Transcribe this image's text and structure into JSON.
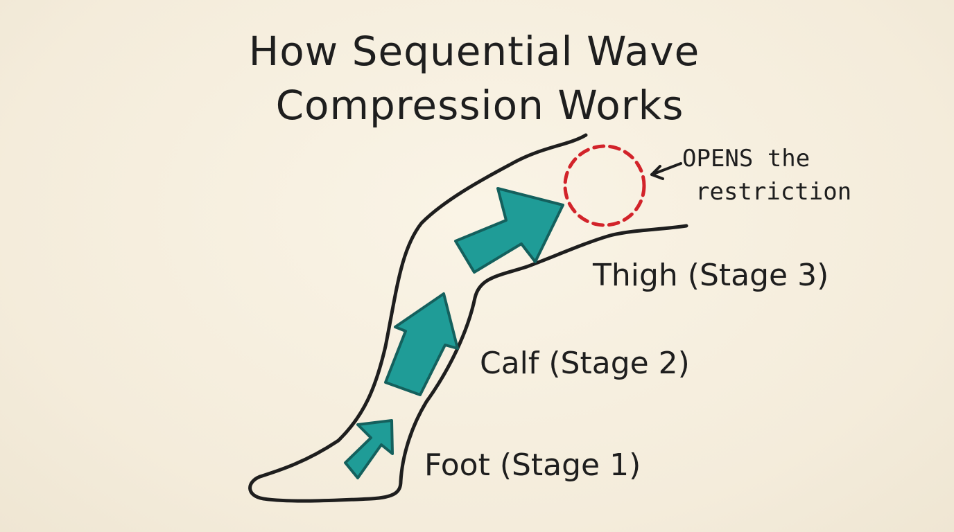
{
  "title": {
    "line1": "How Sequential Wave",
    "line2": "Compression Works"
  },
  "stages": {
    "foot": "Foot (Stage 1)",
    "calf": "Calf (Stage 2)",
    "thigh": "Thigh (Stage 3)"
  },
  "annotation": {
    "line1": "OPENS the",
    "line2": "restriction"
  },
  "colors": {
    "background": "#f7f0e1",
    "ink": "#1e1e1e",
    "arrow_fill": "#1f9c97",
    "arrow_outline": "#14605d",
    "restriction_circle": "#d2232a"
  },
  "icons": {
    "arrows": [
      "up-right-arrow-icon",
      "up-arrow-icon",
      "up-right-arrow-icon"
    ],
    "annotation_pointer": "left-arrow-icon",
    "restriction": "dashed-circle-icon"
  }
}
